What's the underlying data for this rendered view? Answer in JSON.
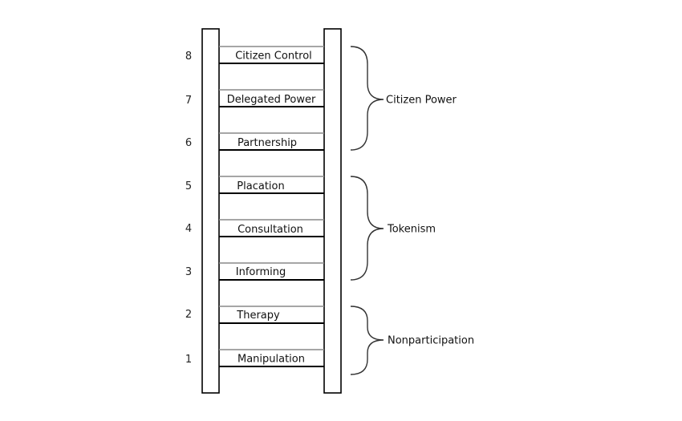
{
  "rungs": [
    {
      "number": "8",
      "label": "Citizen Control"
    },
    {
      "number": "7",
      "label": "Delegated Power"
    },
    {
      "number": "6",
      "label": "Partnership"
    },
    {
      "number": "5",
      "label": "Placation"
    },
    {
      "number": "4",
      "label": "Consultation"
    },
    {
      "number": "3",
      "label": "Informing"
    },
    {
      "number": "2",
      "label": "Therapy"
    },
    {
      "number": "1",
      "label": "Manipulation"
    }
  ],
  "groups": [
    {
      "label": "Citizen Power",
      "rungs": [
        "8",
        "7",
        "6"
      ]
    },
    {
      "label": "Tokenism",
      "rungs": [
        "5",
        "4",
        "3"
      ]
    },
    {
      "label": "Nonparticipation",
      "rungs": [
        "2",
        "1"
      ]
    }
  ],
  "colors": {
    "stroke": "#000000",
    "upper_rung": "#888888",
    "text": "#111111"
  }
}
